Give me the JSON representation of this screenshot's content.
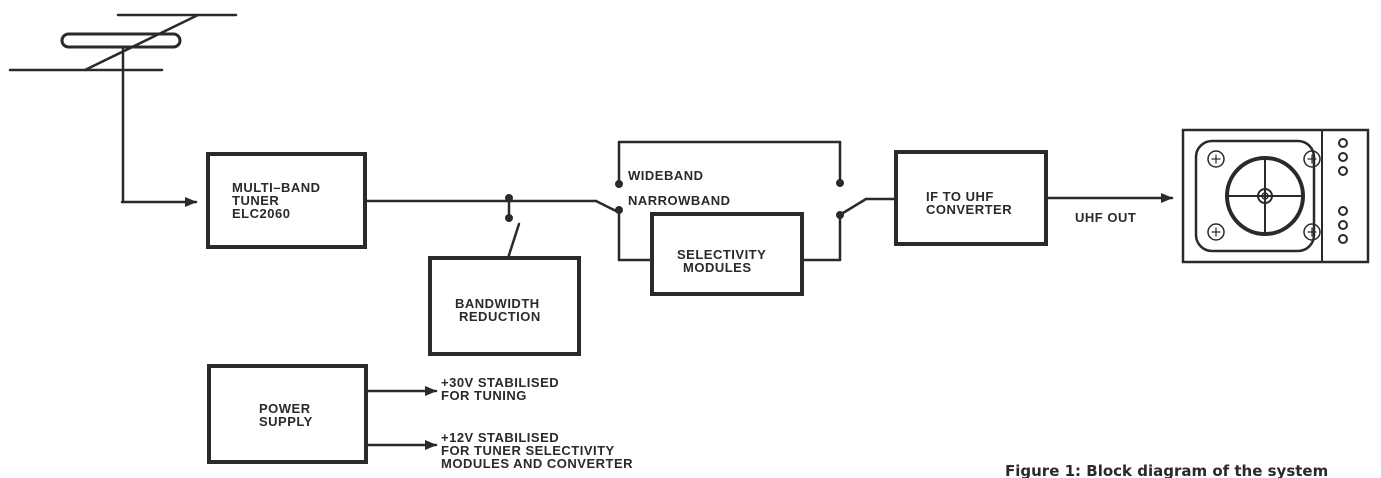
{
  "blocks": {
    "tuner": [
      "MULTI–BAND",
      "TUNER",
      "ELC2060"
    ],
    "bandwidth": [
      "BANDWIDTH",
      "REDUCTION"
    ],
    "selectivity": [
      "SELECTIVITY",
      "MODULES"
    ],
    "converter": [
      "IF TO UHF",
      "CONVERTER"
    ],
    "power": [
      "POWER",
      "SUPPLY"
    ]
  },
  "paths": {
    "wideband": "WIDEBAND",
    "narrowband": "NARROWBAND",
    "uhf_out": "UHF OUT"
  },
  "supply_outputs": {
    "out30": [
      "+30V STABILISED",
      "FOR TUNING"
    ],
    "out12": [
      "+12V STABILISED",
      "FOR TUNER SELECTIVITY",
      "MODULES AND CONVERTER"
    ]
  },
  "caption": "Figure 1: Block diagram of the system",
  "colors": {
    "ink": "#2a2a2a",
    "background": "#ffffff"
  },
  "icons": [
    "antenna-icon",
    "tv-monitor-icon"
  ]
}
